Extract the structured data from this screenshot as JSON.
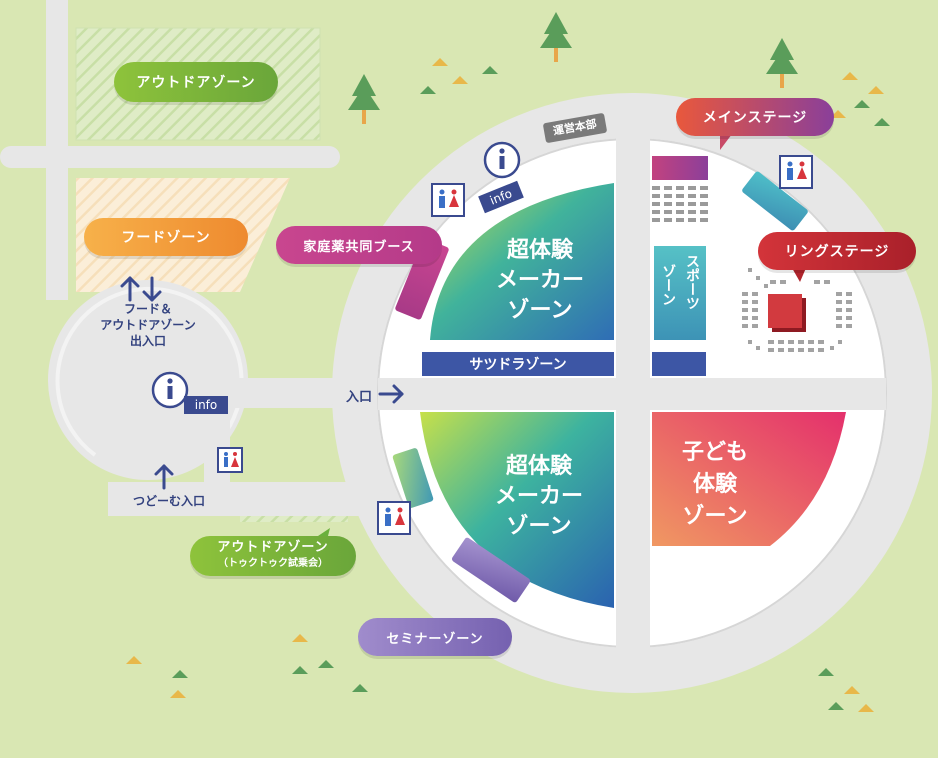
{
  "labels": {
    "outdoor_zone": "アウトドアゾーン",
    "food_zone": "フードゾーン",
    "food_outdoor_exit_line1": "フード＆",
    "food_outdoor_exit_line2": "アウトドアゾーン",
    "food_outdoor_exit_line3": "出入口",
    "info": "info",
    "tsudomu_entrance": "つどーむ入口",
    "outdoor_zone_test_title": "アウトドアゾーン",
    "outdoor_zone_test_sub": "（トゥクトゥク試乗会）",
    "entrance": "入口",
    "management_hq": "運営本部",
    "pharmacy_booth": "家庭薬共同ブース",
    "maker_zone_top_l1": "超体験",
    "maker_zone_top_l2": "メーカー",
    "maker_zone_top_l3": "ゾーン",
    "satsudora_zone": "サツドラゾーン",
    "maker_zone_bottom_l1": "超体験",
    "maker_zone_bottom_l2": "メーカー",
    "maker_zone_bottom_l3": "ゾーン",
    "seminar_zone": "セミナーゾーン",
    "main_stage": "メインステージ",
    "sports_zone_col1": "スポーツ",
    "sports_zone_col2": "ゾーン",
    "ring_stage": "リングステージ",
    "kids_zone_l1": "子ども",
    "kids_zone_l2": "体験",
    "kids_zone_l3": "ゾーン"
  },
  "colors": {
    "background": "#d9e7b3",
    "road": "#e7e7e7",
    "road_edge": "#cfcfcf",
    "navy": "#3a4a8f",
    "outdoor_green": "#7ab83a",
    "food_orange": "#f19a33",
    "pharmacy_magenta": "#c0408e",
    "main_stage_start": "#e8593e",
    "main_stage_end": "#8a3f9a",
    "ring_red": "#c0242c",
    "kids_start": "#ef8a5d",
    "kids_end": "#e3316b",
    "seminar_purple": "#7f6bb5",
    "satsudora_blue": "#3d56a5"
  },
  "icons": [
    "tree-icon",
    "info-icon",
    "toilet-icon",
    "arrow-up-icon",
    "arrow-down-icon",
    "arrow-right-icon",
    "grass-tuft-icon"
  ]
}
